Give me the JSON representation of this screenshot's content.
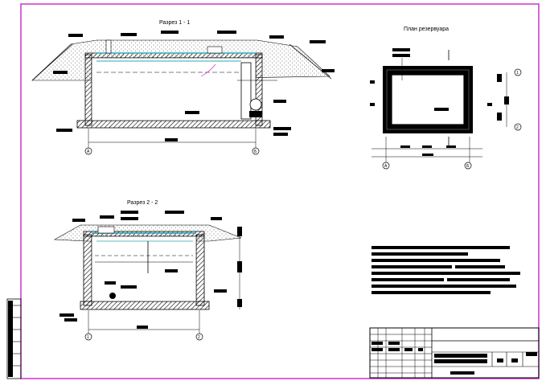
{
  "drawing": {
    "section_1_title": "Разрез 1 - 1",
    "section_2_title": "Разрез 2 - 2",
    "plan_title": "План резервуара"
  },
  "axis_marks": {
    "a": "А",
    "b": "Б",
    "one": "1",
    "two": "2"
  },
  "colors": {
    "frame": "#cc33cc",
    "ink": "#000000",
    "pipe": "#2aa7b5",
    "soil_hatch": "#555555"
  }
}
